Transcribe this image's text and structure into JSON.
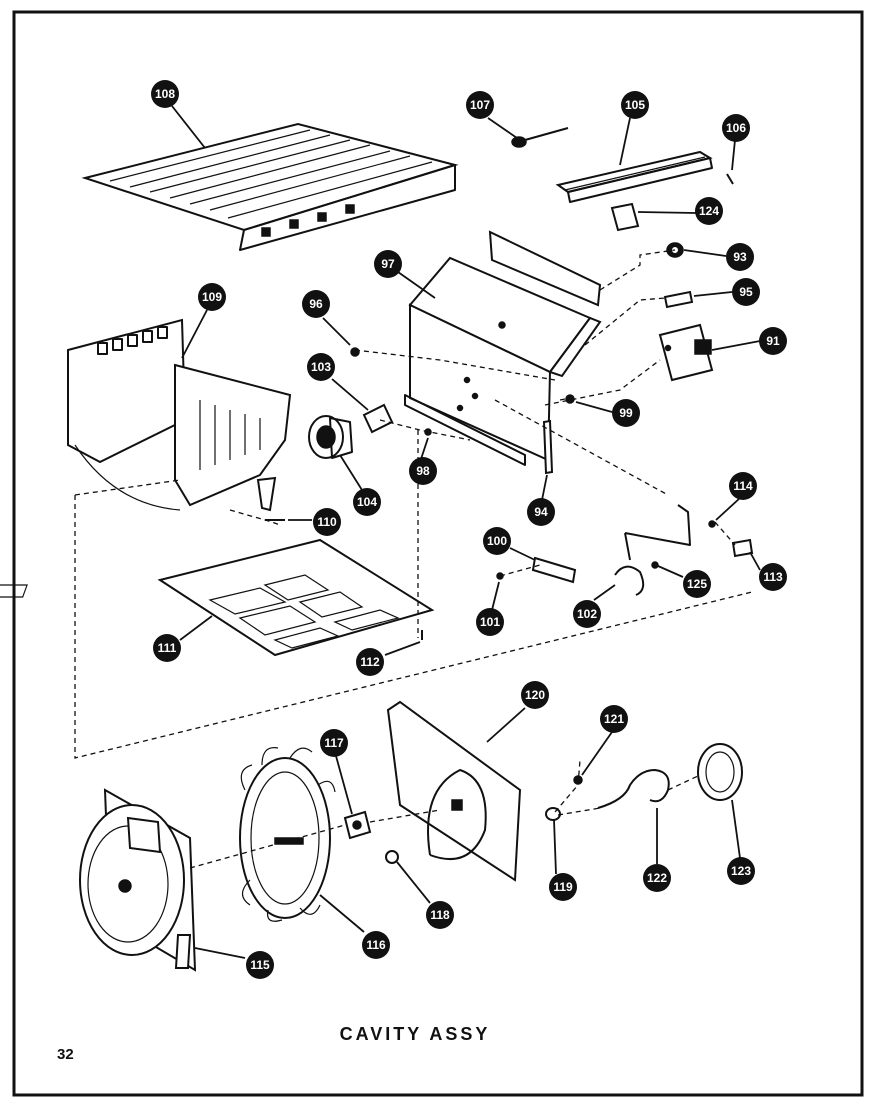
{
  "caption": "CAVITY ASSY",
  "page_number": "32",
  "callouts": {
    "c108": "108",
    "c107": "107",
    "c105": "105",
    "c106": "106",
    "c124": "124",
    "c97": "97",
    "c93": "93",
    "c95": "95",
    "c91": "91",
    "c96": "96",
    "c103": "103",
    "c109": "109",
    "c99": "99",
    "c98": "98",
    "c104": "104",
    "c94": "94",
    "c110": "110",
    "c114": "114",
    "c100": "100",
    "c125": "125",
    "c113": "113",
    "c101": "101",
    "c102": "102",
    "c111": "111",
    "c112": "112",
    "c120": "120",
    "c117": "117",
    "c121": "121",
    "c118": "118",
    "c119": "119",
    "c122": "122",
    "c123": "123",
    "c116": "116",
    "c115": "115"
  }
}
